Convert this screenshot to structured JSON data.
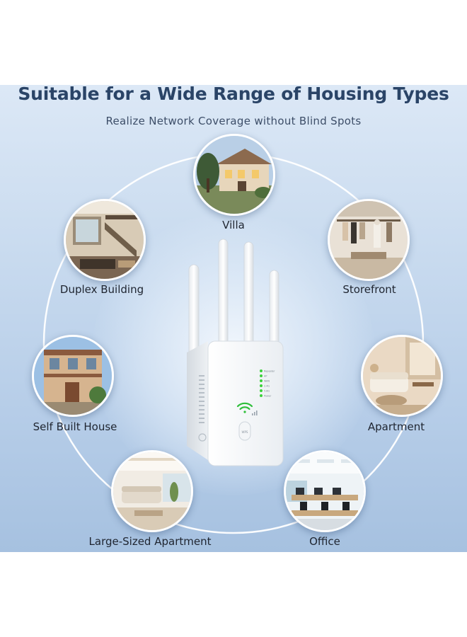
{
  "header": {
    "title": "Suitable for a Wide Range of Housing Types",
    "subtitle": "Realize Network Coverage without Blind Spots"
  },
  "nodes": [
    {
      "label": "Villa"
    },
    {
      "label": "Duplex Building"
    },
    {
      "label": "Storefront"
    },
    {
      "label": "Self Built House"
    },
    {
      "label": "Apartment"
    },
    {
      "label": "Large-Sized Apartment"
    },
    {
      "label": "Office"
    }
  ],
  "device": {
    "led_labels": [
      "Repeater",
      "AP",
      "WAN",
      "2.4G",
      "5.8G",
      "Power"
    ],
    "wps_label": "WPS"
  },
  "colors": {
    "title": "#2a4467",
    "ring": "#ffffff",
    "led": "#3bd13b",
    "wifi_icon": "#2fbf3a"
  }
}
